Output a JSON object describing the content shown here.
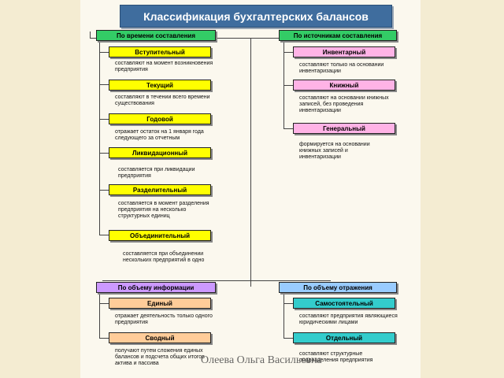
{
  "title": "Классификация бухгалтерских балансов",
  "groups": {
    "time": {
      "header": "По времени составления",
      "items": [
        {
          "label": "Вступительный",
          "desc": "составляют на момент возникновения предприятия"
        },
        {
          "label": "Текущий",
          "desc": "составляют в течении всего времени существования"
        },
        {
          "label": "Годовой",
          "desc": "отражает остаток на 1 января года следующего за отчетным"
        },
        {
          "label": "Ликвидационный",
          "desc": "составляется при ликвидации предприятия"
        },
        {
          "label": "Разделительный",
          "desc": "составляется в момент разделения предприятия на несколько структурных единиц"
        },
        {
          "label": "Объединительный",
          "desc": "составляется при объединении нескольких предприятий в одно"
        }
      ]
    },
    "sources": {
      "header": "По источникам составления",
      "items": [
        {
          "label": "Инвентарный",
          "desc": "составляют только на основании инвентаризации"
        },
        {
          "label": "Книжный",
          "desc": "составляют на основании книжных записей, без проведения инвентаризации"
        },
        {
          "label": "Генеральный",
          "desc": "формируется на основании книжных записей и инвентаризации"
        }
      ]
    },
    "volume": {
      "header": "По объему информации",
      "items": [
        {
          "label": "Единый",
          "desc": "отражает деятельность только одного предприятия"
        },
        {
          "label": "Сводный",
          "desc": "получают путем сложения единых балансов и подсчета общих итогов актива и пассива"
        }
      ]
    },
    "reflection": {
      "header": "По объему отражения",
      "items": [
        {
          "label": "Самостоятельный",
          "desc": "составляют предприятия являющиеся юридическими лицами"
        },
        {
          "label": "Отдельный",
          "desc": "составляют структурные подразделения предприятия"
        }
      ]
    }
  },
  "watermark": "Олеева Ольга Васильевна",
  "colors": {
    "title_bg": "#3f6d9e",
    "time_header": "#33cc66",
    "time_items": "#ffff00",
    "sources_header": "#33cc66",
    "sources_items": "#ffb3e6",
    "volume_header": "#cc99ff",
    "volume_items": "#ffcc99",
    "reflection_header": "#99ccff",
    "reflection_items": "#33cccc"
  }
}
